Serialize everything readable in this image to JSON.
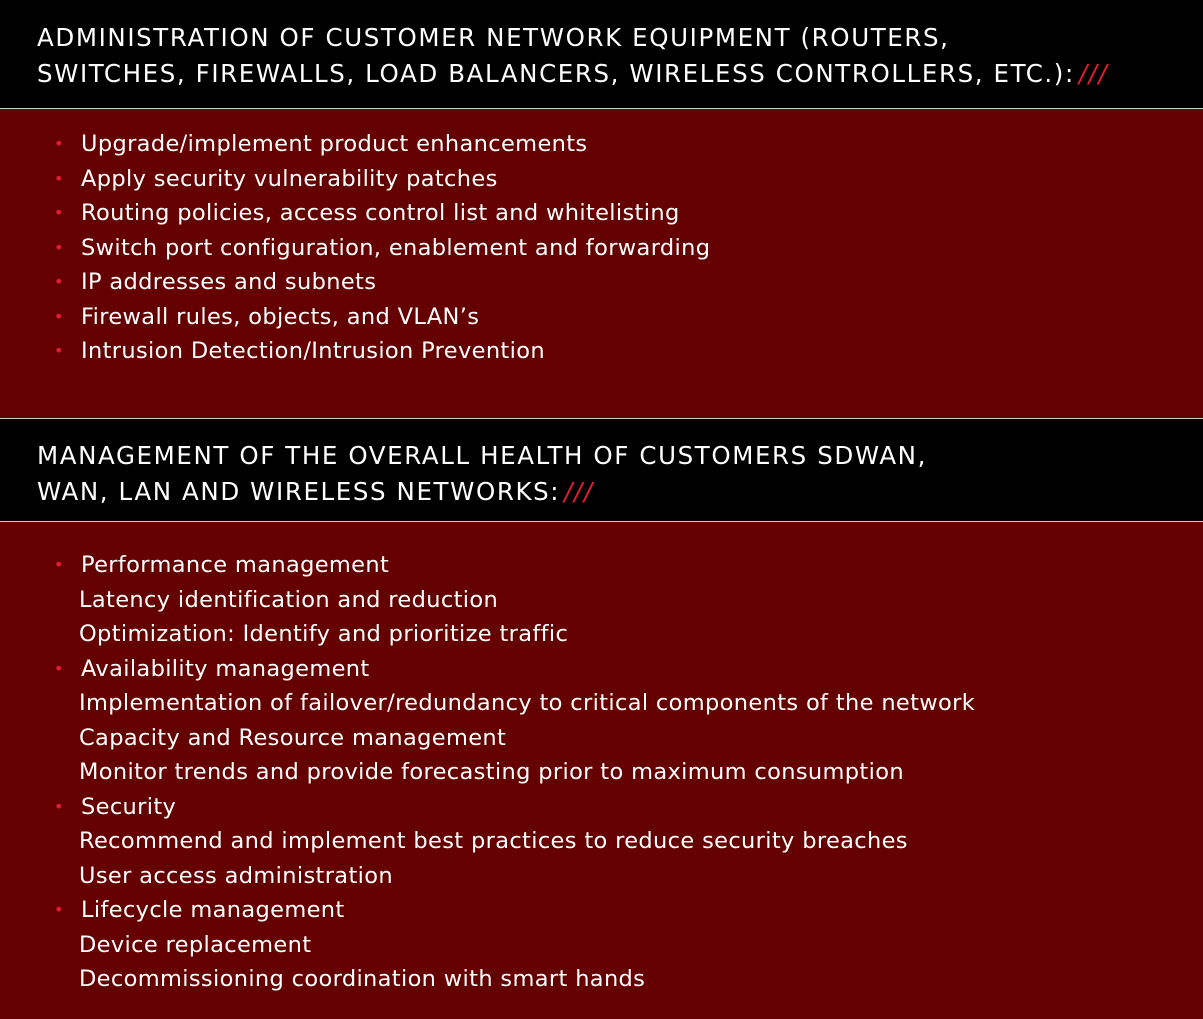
{
  "section1": {
    "heading_line1": "ADMINISTRATION OF CUSTOMER NETWORK EQUIPMENT (ROUTERS,",
    "heading_line2": "SWITCHES, FIREWALLS, LOAD BALANCERS, WIRELESS CONTROLLERS, ETC.):",
    "heading_marker": "///",
    "items": [
      "Upgrade/implement product enhancements",
      "Apply security vulnerability patches",
      "Routing policies, access control list and whitelisting",
      "Switch port configuration, enablement and forwarding",
      "IP addresses and subnets",
      "Firewall rules, objects, and VLAN’s",
      "Intrusion Detection/Intrusion Prevention"
    ]
  },
  "section2": {
    "heading_line1": "MANAGEMENT OF THE OVERALL HEALTH OF CUSTOMERS SDWAN,",
    "heading_line2": "WAN, LAN AND WIRELESS NETWORKS:",
    "heading_marker": "///",
    "groups": [
      {
        "title": "Performance management",
        "subitems": [
          "Latency identification and reduction",
          "Optimization:  Identify and prioritize traffic"
        ]
      },
      {
        "title": "Availability management",
        "subitems": [
          "Implementation of failover/redundancy to critical components of the network",
          "Capacity and Resource management",
          "Monitor trends and provide forecasting prior to maximum consumption"
        ]
      },
      {
        "title": "Security",
        "subitems": [
          "Recommend and implement best practices to reduce security breaches",
          "User access administration"
        ]
      },
      {
        "title": "Lifecycle management",
        "subitems": [
          "Device replacement",
          "Decommissioning coordination with smart hands"
        ]
      }
    ]
  },
  "colors": {
    "background": "#650000",
    "header_background": "#000000",
    "accent": "#e81c2e",
    "text": "#ffffff"
  }
}
